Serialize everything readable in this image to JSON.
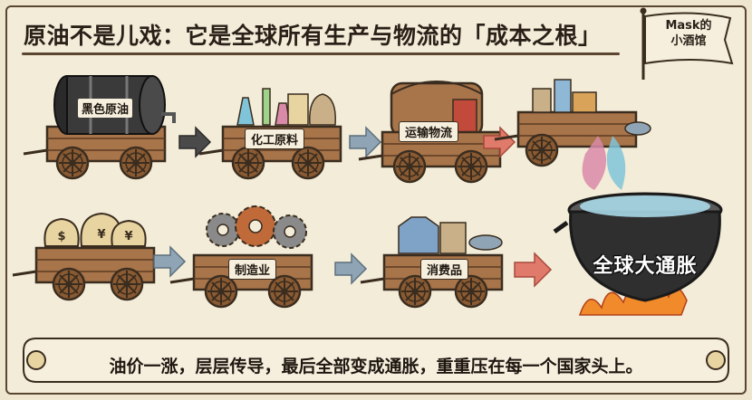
{
  "title": "原油不是儿戏：它是全球所有生产与物流的「成本之根」",
  "flag": {
    "line1": "Mask的",
    "line2": "小酒馆"
  },
  "row1": [
    {
      "label": "黑色原油",
      "icon": "oil-barrel-icon"
    },
    {
      "label": "化工原料",
      "icon": "flask-icon"
    },
    {
      "label": "运输物流",
      "icon": "wagon-icon"
    },
    {
      "label": "",
      "icon": "goods-cart-icon"
    }
  ],
  "row2": [
    {
      "label": "",
      "icon": "money-bag-icon"
    },
    {
      "label": "制造业",
      "icon": "gear-icon"
    },
    {
      "label": "消费品",
      "icon": "shopping-icon"
    }
  ],
  "bags": [
    "$",
    "¥",
    "¥"
  ],
  "pot_label": "全球大通胀",
  "banner": "油价一涨，层层传导，最后全部变成通胀，重重压在每一个国家头上。",
  "colors": {
    "wood": "#9b6b3f",
    "wood_dark": "#5a3b22",
    "outline": "#3a2d1f",
    "arrow_dark": "#4a4a4a",
    "arrow_blue": "#8fa5b5",
    "arrow_red": "#e07a6a",
    "fire": "#f08a2a",
    "pot": "#2f2f2f"
  }
}
